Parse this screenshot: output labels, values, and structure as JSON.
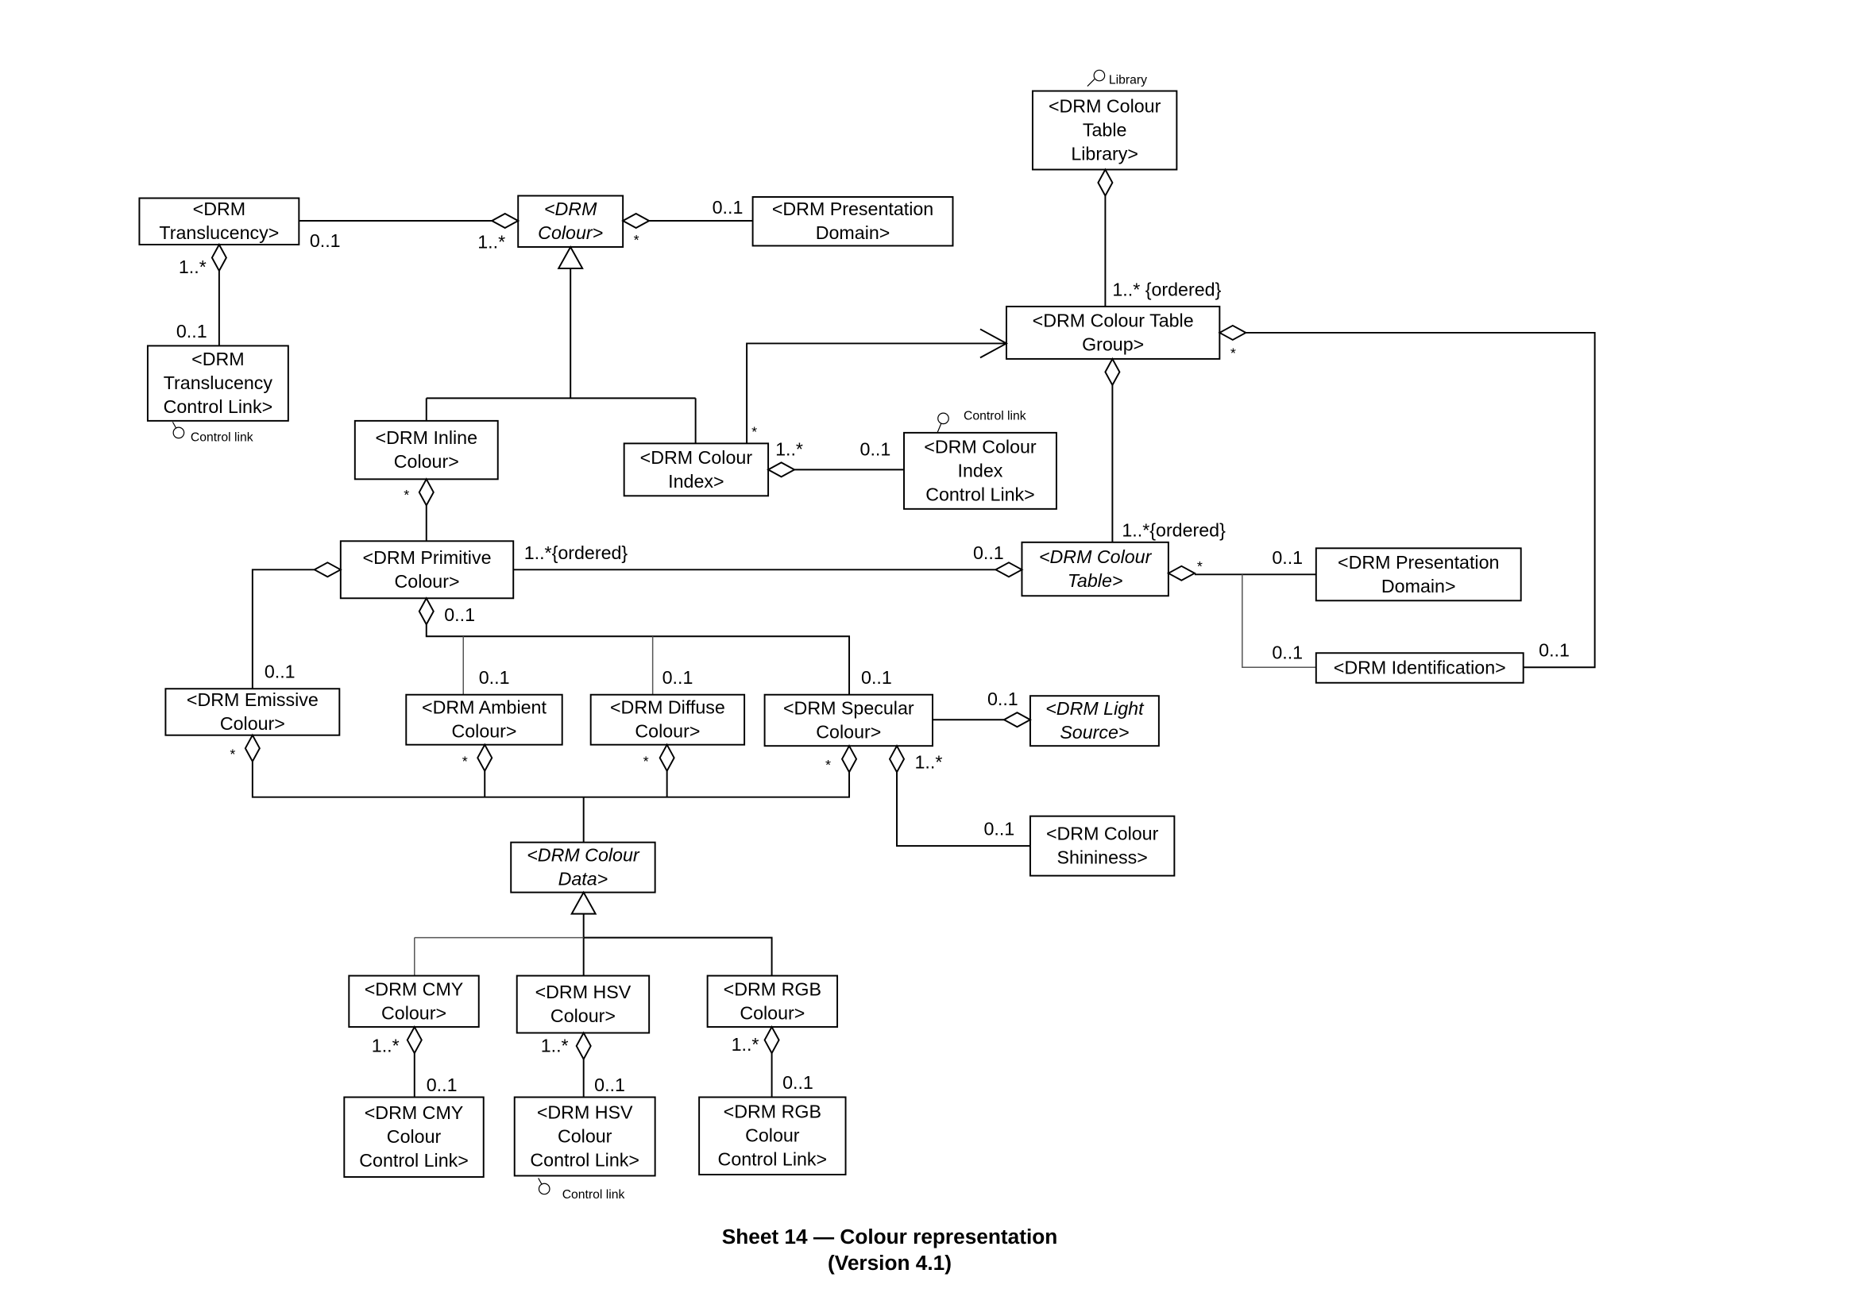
{
  "classes": {
    "library": {
      "lines": [
        "<DRM Colour",
        "Table",
        "Library>"
      ],
      "abstract": false
    },
    "translucency": {
      "lines": [
        "<DRM",
        "Translucency>"
      ],
      "abstract": false
    },
    "colour": {
      "lines": [
        "<DRM",
        "Colour>"
      ],
      "abstract": true
    },
    "presentation_domain_1": {
      "lines": [
        "<DRM Presentation",
        "Domain>"
      ],
      "abstract": false
    },
    "translucency_control_link": {
      "lines": [
        "<DRM",
        "Translucency",
        "Control Link>"
      ],
      "abstract": false
    },
    "colour_table_group": {
      "lines": [
        "<DRM Colour Table",
        "Group>"
      ],
      "abstract": false
    },
    "inline_colour": {
      "lines": [
        "<DRM Inline",
        "Colour>"
      ],
      "abstract": false
    },
    "colour_index": {
      "lines": [
        "<DRM Colour",
        "Index>"
      ],
      "abstract": false
    },
    "colour_index_control_link": {
      "lines": [
        "<DRM Colour",
        "Index",
        "Control Link>"
      ],
      "abstract": false
    },
    "primitive_colour": {
      "lines": [
        "<DRM Primitive",
        "Colour>"
      ],
      "abstract": false
    },
    "colour_table": {
      "lines": [
        "<DRM Colour",
        "Table>"
      ],
      "abstract": true
    },
    "presentation_domain_2": {
      "lines": [
        "<DRM Presentation",
        "Domain>"
      ],
      "abstract": false
    },
    "identification": {
      "lines": [
        "<DRM Identification>"
      ],
      "abstract": false
    },
    "emissive_colour": {
      "lines": [
        "<DRM Emissive",
        "Colour>"
      ],
      "abstract": false
    },
    "ambient_colour": {
      "lines": [
        "<DRM Ambient",
        "Colour>"
      ],
      "abstract": false
    },
    "diffuse_colour": {
      "lines": [
        "<DRM Diffuse",
        "Colour>"
      ],
      "abstract": false
    },
    "specular_colour": {
      "lines": [
        "<DRM Specular",
        "Colour>"
      ],
      "abstract": false
    },
    "light_source": {
      "lines": [
        "<DRM Light",
        "Source>"
      ],
      "abstract": true
    },
    "colour_shininess": {
      "lines": [
        "<DRM Colour",
        "Shininess>"
      ],
      "abstract": false
    },
    "colour_data": {
      "lines": [
        "<DRM Colour",
        "Data>"
      ],
      "abstract": true
    },
    "cmy_colour": {
      "lines": [
        "<DRM CMY",
        "Colour>"
      ],
      "abstract": false
    },
    "hsv_colour": {
      "lines": [
        "<DRM HSV",
        "Colour>"
      ],
      "abstract": false
    },
    "rgb_colour": {
      "lines": [
        "<DRM RGB",
        "Colour>"
      ],
      "abstract": false
    },
    "cmy_control_link": {
      "lines": [
        "<DRM CMY",
        "Colour",
        "Control Link>"
      ],
      "abstract": false
    },
    "hsv_control_link": {
      "lines": [
        "<DRM HSV",
        "Colour",
        "Control Link>"
      ],
      "abstract": false
    },
    "rgb_control_link": {
      "lines": [
        "<DRM RGB",
        "Colour",
        "Control Link>"
      ],
      "abstract": false
    }
  },
  "multiplicities": [
    "0..1",
    "1..*",
    "*",
    "0..1",
    "1..*",
    "0..1",
    "1..* {ordered}",
    "*",
    "1..*",
    "0..1",
    "1..*{ordered}",
    "*",
    "0..1",
    "*",
    "1..*{ordered}",
    "0..1",
    "0..1",
    "0..1",
    "0..1",
    "0..1",
    "0..1",
    "*",
    "0..1",
    "0..1",
    "0..1",
    "1..*",
    "0..1",
    "*",
    "*",
    "*",
    "*",
    "1..*",
    "0..1",
    "1..*",
    "0..1",
    "1..*",
    "0..1"
  ],
  "stereotypes": {
    "library": "Library",
    "control_link": "Control link"
  },
  "caption": {
    "title": "Sheet 14 — Colour representation",
    "version": "(Version 4.1)"
  }
}
